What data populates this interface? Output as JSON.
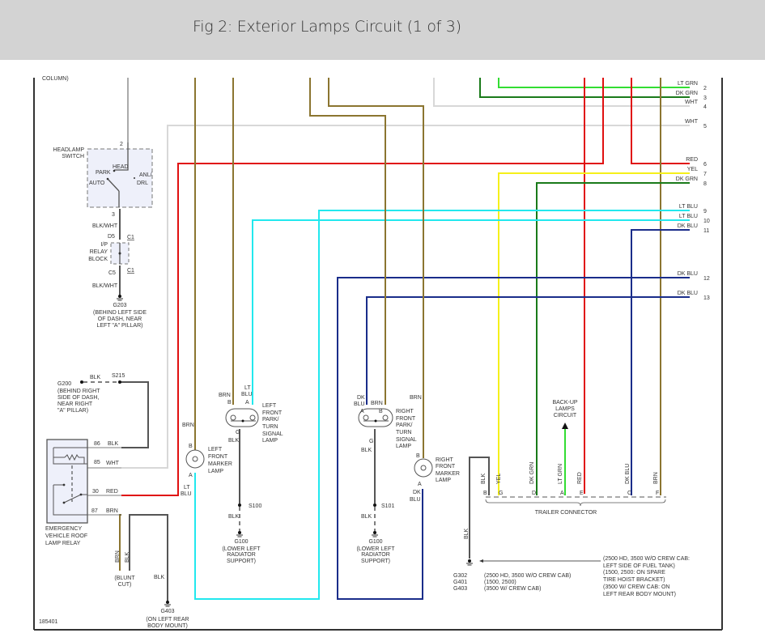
{
  "header": {
    "title": "Fig 2: Exterior Lamps Circuit (1 of 3)"
  },
  "diagram": {
    "figure_id": "185401",
    "top_cut_text": "COLUMN)",
    "colors": {
      "brn": "#8b7530",
      "red": "#e01010",
      "lt_grn": "#33dd33",
      "dk_grn": "#1a7a1a",
      "wht": "#d8d8d8",
      "yel": "#f5f01a",
      "lt_blu": "#22e8ee",
      "dk_blu": "#1a2d8a",
      "blk": "#555555",
      "component_fill": "#eef0fa"
    },
    "connector_rows": [
      {
        "num": "2",
        "label": "LT GRN"
      },
      {
        "num": "3",
        "label": "DK GRN"
      },
      {
        "num": "4",
        "label": "WHT"
      },
      {
        "num": "5",
        "label": "WHT"
      },
      {
        "num": "6",
        "label": "RED"
      },
      {
        "num": "7",
        "label": "YEL"
      },
      {
        "num": "8",
        "label": "DK GRN"
      },
      {
        "num": "9",
        "label": "LT BLU"
      },
      {
        "num": "10",
        "label": "LT BLU"
      },
      {
        "num": "11",
        "label": "DK BLU"
      },
      {
        "num": "12",
        "label": "DK BLU"
      },
      {
        "num": "13",
        "label": "DK BLU"
      }
    ],
    "headlamp_switch": {
      "name_line1": "HEADLAMP",
      "name_line2": "SWITCH",
      "pin_top": "2",
      "pin_bottom": "3",
      "head": "HEAD",
      "park": "PARK",
      "auto": "AUTO",
      "anl": "ANL/",
      "drl": "DRL"
    },
    "relay_block": {
      "wire_top": "BLK/WHT",
      "pin_top": "D5",
      "conn_top": "C1",
      "name_line1": "I/P",
      "name_line2": "RELAY",
      "name_line3": "BLOCK",
      "pin_bottom": "C5",
      "conn_bottom": "C1",
      "wire_bottom": "BLK/WHT"
    },
    "g203": {
      "id": "G203",
      "line1": "(BEHIND LEFT SIDE",
      "line2": "OF DASH, NEAR",
      "line3": "LEFT \"A\" PILLAR)"
    },
    "g200": {
      "id": "G200",
      "wire": "BLK",
      "splice": "S215",
      "line1": "(BEHIND RIGHT",
      "line2": "SIDE OF DASH,",
      "line3": "NEAR RIGHT",
      "line4": "\"A\" PILLAR)"
    },
    "roof_relay": {
      "pin86": "86",
      "wire86": "BLK",
      "pin85": "85",
      "wire85": "WHT",
      "pin30": "30",
      "wire30": "RED",
      "pin87": "87",
      "wire87": "BRN",
      "name_line1": "EMERGENCY",
      "name_line2": "VEHICLE ROOF",
      "name_line3": "LAMP RELAY"
    },
    "blunt_cut": {
      "wire_brn": "BRN",
      "wire_blk": "BLK",
      "line1": "(BLUNT",
      "line2": "CUT)"
    },
    "g403_left": {
      "wire": "BLK",
      "id": "G403",
      "line1": "(ON LEFT REAR",
      "line2": "BODY MOUNT)"
    },
    "left_marker": {
      "wire_top": "BRN",
      "pin_top": "B",
      "pin_bottom": "A",
      "wire_bottom_1": "LT",
      "wire_bottom_2": "BLU",
      "line1": "LEFT",
      "line2": "FRONT",
      "line3": "MARKER",
      "line4": "LAMP"
    },
    "left_park": {
      "wire_b": "BRN",
      "pin_b": "B",
      "wire_a_1": "LT",
      "wire_a_2": "BLU",
      "pin_a": "A",
      "pin_g": "G",
      "wire_g": "BLK",
      "line1": "LEFT",
      "line2": "FRONT",
      "line3": "PARK/",
      "line4": "TURN",
      "line5": "SIGNAL",
      "line6": "LAMP",
      "splice": "S100",
      "wire_ground": "BLK",
      "ground_id": "G100",
      "g_line1": "(LOWER LEFT",
      "g_line2": "RADIATOR",
      "g_line3": "SUPPORT)"
    },
    "right_park": {
      "wire_a_1": "DK",
      "wire_a_2": "BLU",
      "pin_a": "A",
      "wire_b": "BRN",
      "pin_b": "B",
      "pin_g": "G",
      "wire_g": "BLK",
      "line1": "RIGHT",
      "line2": "FRONT",
      "line3": "PARK/",
      "line4": "TURN",
      "line5": "SIGNAL",
      "line6": "LAMP",
      "splice": "S101",
      "wire_ground": "BLK",
      "ground_id": "G100",
      "g_line1": "(LOWER LEFT",
      "g_line2": "RADIATOR",
      "g_line3": "SUPPORT)"
    },
    "right_marker": {
      "wire_top": "BRN",
      "pin_top": "B",
      "pin_bottom": "A",
      "wire_bottom_1": "DK",
      "wire_bottom_2": "BLU",
      "line1": "RIGHT",
      "line2": "FRONT",
      "line3": "MARKER",
      "line4": "LAMP"
    },
    "backup": {
      "line1": "BACK-UP",
      "line2": "LAMPS",
      "line3": "CIRCUIT"
    },
    "trailer_connector": {
      "name": "TRAILER CONNECTOR",
      "pins": [
        {
          "pin": "B",
          "wire": "BLK"
        },
        {
          "pin": "G",
          "wire": "YEL"
        },
        {
          "pin": "D",
          "wire": "DK GRN"
        },
        {
          "pin": "A",
          "wire": "LT GRN"
        },
        {
          "pin": "E",
          "wire": "RED"
        },
        {
          "pin": "C",
          "wire": "DK BLU"
        },
        {
          "pin": "F",
          "wire": "BRN"
        }
      ]
    },
    "rear_ground": {
      "wire": "BLK",
      "rows": [
        {
          "id": "G302",
          "desc": "(2500 HD, 3500 W/O CREW CAB)"
        },
        {
          "id": "G401",
          "desc": "(1500, 2500)"
        },
        {
          "id": "G403",
          "desc": "(3500 W/ CREW CAB)"
        }
      ],
      "note_line1": "(2500 HD, 3500 W/O CREW CAB:",
      "note_line2": "LEFT SIDE OF FUEL TANK)",
      "note_line3": "(1500, 2500: ON SPARE",
      "note_line4": "TIRE HOIST BRACKET)",
      "note_line5": "(3500 W/ CREW CAB: ON",
      "note_line6": "LEFT REAR BODY MOUNT)"
    }
  }
}
